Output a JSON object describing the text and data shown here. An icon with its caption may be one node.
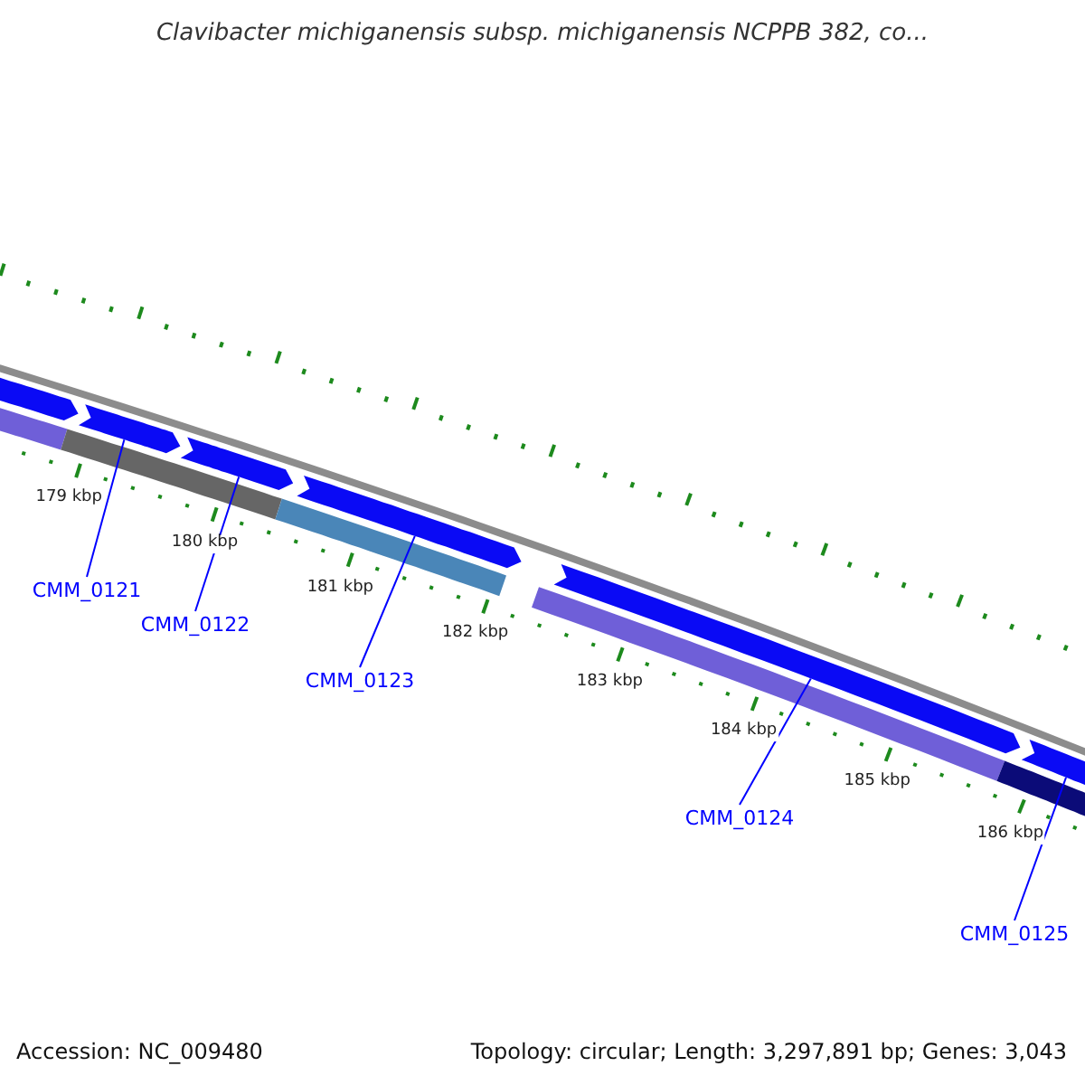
{
  "diagram": {
    "title": "Clavibacter michiganensis subsp. michiganensis NCPPB 382, co...",
    "nodes": [
      {
        "text": [],
        "shape": "bar"
      },
      {
        "text": [],
        "shape": "bar"
      },
      {
        "text": [],
        "shape": "bar"
      },
      {
        "text": [],
        "shape": "bar"
      },
      {
        "text": [],
        "shape": "bar"
      },
      {
        "text": [],
        "shape": "bar"
      },
      {
        "text": [
          "CMM_0121"
        ]
      },
      {
        "text": [
          "CMM_0122"
        ]
      },
      {
        "text": [
          "CMM_0123"
        ]
      },
      {
        "text": [
          "CMM_0124"
        ]
      },
      {
        "text": [
          "CMM_0125"
        ]
      }
    ],
    "edges": [
      {
        "from": 6,
        "to": 1,
        "arrow": "none"
      },
      {
        "from": 7,
        "to": 2,
        "arrow": "none"
      },
      {
        "from": 8,
        "to": 3,
        "arrow": "none"
      },
      {
        "from": 9,
        "to": 4,
        "arrow": "none"
      },
      {
        "from": 10,
        "to": 5,
        "arrow": "none"
      }
    ],
    "labels": [
      "179 kbp",
      "180 kbp",
      "181 kbp",
      "182 kbp",
      "183 kbp",
      "184 kbp",
      "185 kbp",
      "186 kbp",
      "Accession: NC_009480",
      "Topology: circular; Length: 3,297,891 bp; Genes: 3,043"
    ]
  }
}
